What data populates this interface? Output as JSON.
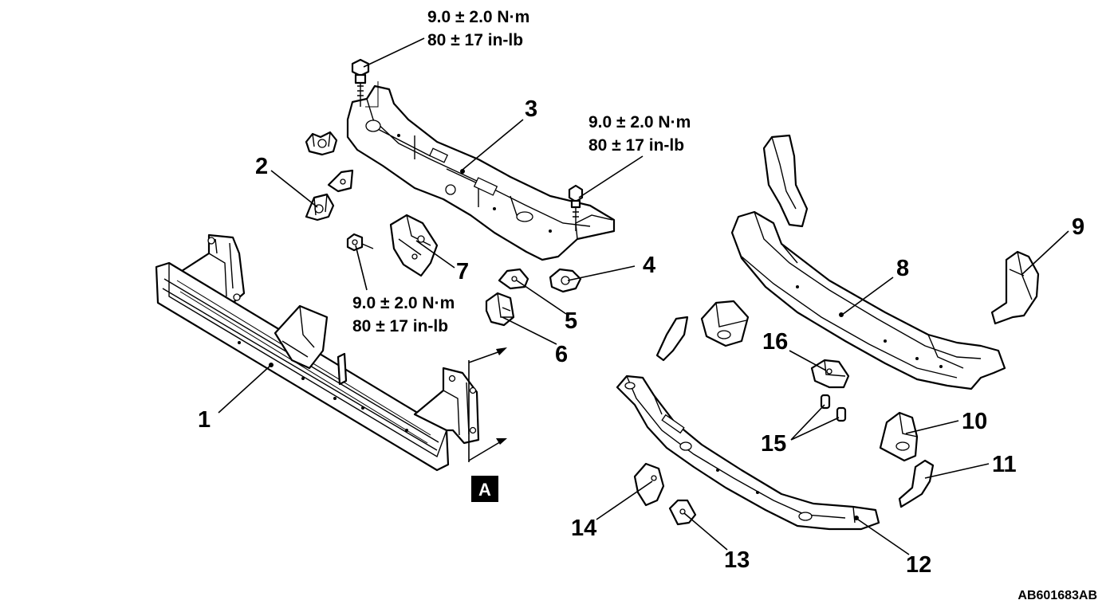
{
  "torque_specs": [
    {
      "nm": "9.0 ± 2.0 N·m",
      "inlb": "80 ± 17 in-lb"
    },
    {
      "nm": "9.0 ± 2.0 N·m",
      "inlb": "80 ± 17 in-lb"
    },
    {
      "nm": "9.0 ± 2.0 N·m",
      "inlb": "80 ± 17 in-lb"
    }
  ],
  "callouts": [
    "1",
    "2",
    "3",
    "4",
    "5",
    "6",
    "7",
    "8",
    "9",
    "10",
    "11",
    "12",
    "13",
    "14",
    "15",
    "16"
  ],
  "view_marker": "A",
  "figure_id": "AB601683AB"
}
